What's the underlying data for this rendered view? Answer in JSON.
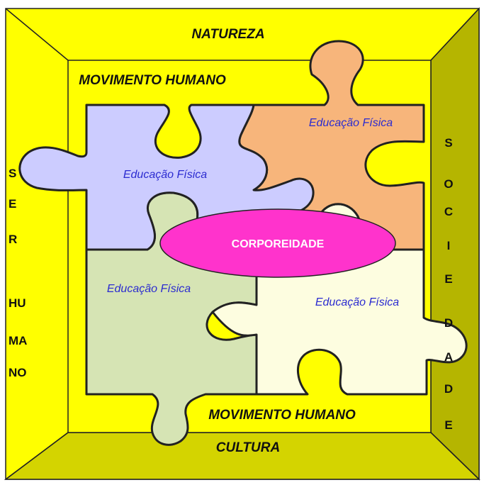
{
  "diagram": {
    "top_label": "NATUREZA",
    "bottom_label": "CULTURA",
    "inner_top_label": "MOVIMENTO HUMANO",
    "inner_bottom_label": "MOVIMENTO HUMANO",
    "center_label": "CORPOREIDADE",
    "piece_labels": {
      "top_left": "Educação Física",
      "top_right": "Educação Física",
      "bottom_left": "Educação Física",
      "bottom_right": "Educação Física"
    },
    "left_side_lines": [
      "S",
      "E",
      "R",
      "HU",
      "MA",
      "NO"
    ],
    "right_side_letters": [
      "S",
      "O",
      "C",
      "I",
      "E",
      "D",
      "A",
      "D",
      "E"
    ]
  },
  "colors": {
    "frame_yellow": "#ffff00",
    "frame_dark": "#b5b500",
    "piece_blue": "#ccccff",
    "piece_orange": "#f7b57b",
    "piece_green": "#d6e4b4",
    "piece_cream": "#fdfde0",
    "ellipse_pink": "#ff33cc",
    "piece_text": "#2b2bd0"
  }
}
